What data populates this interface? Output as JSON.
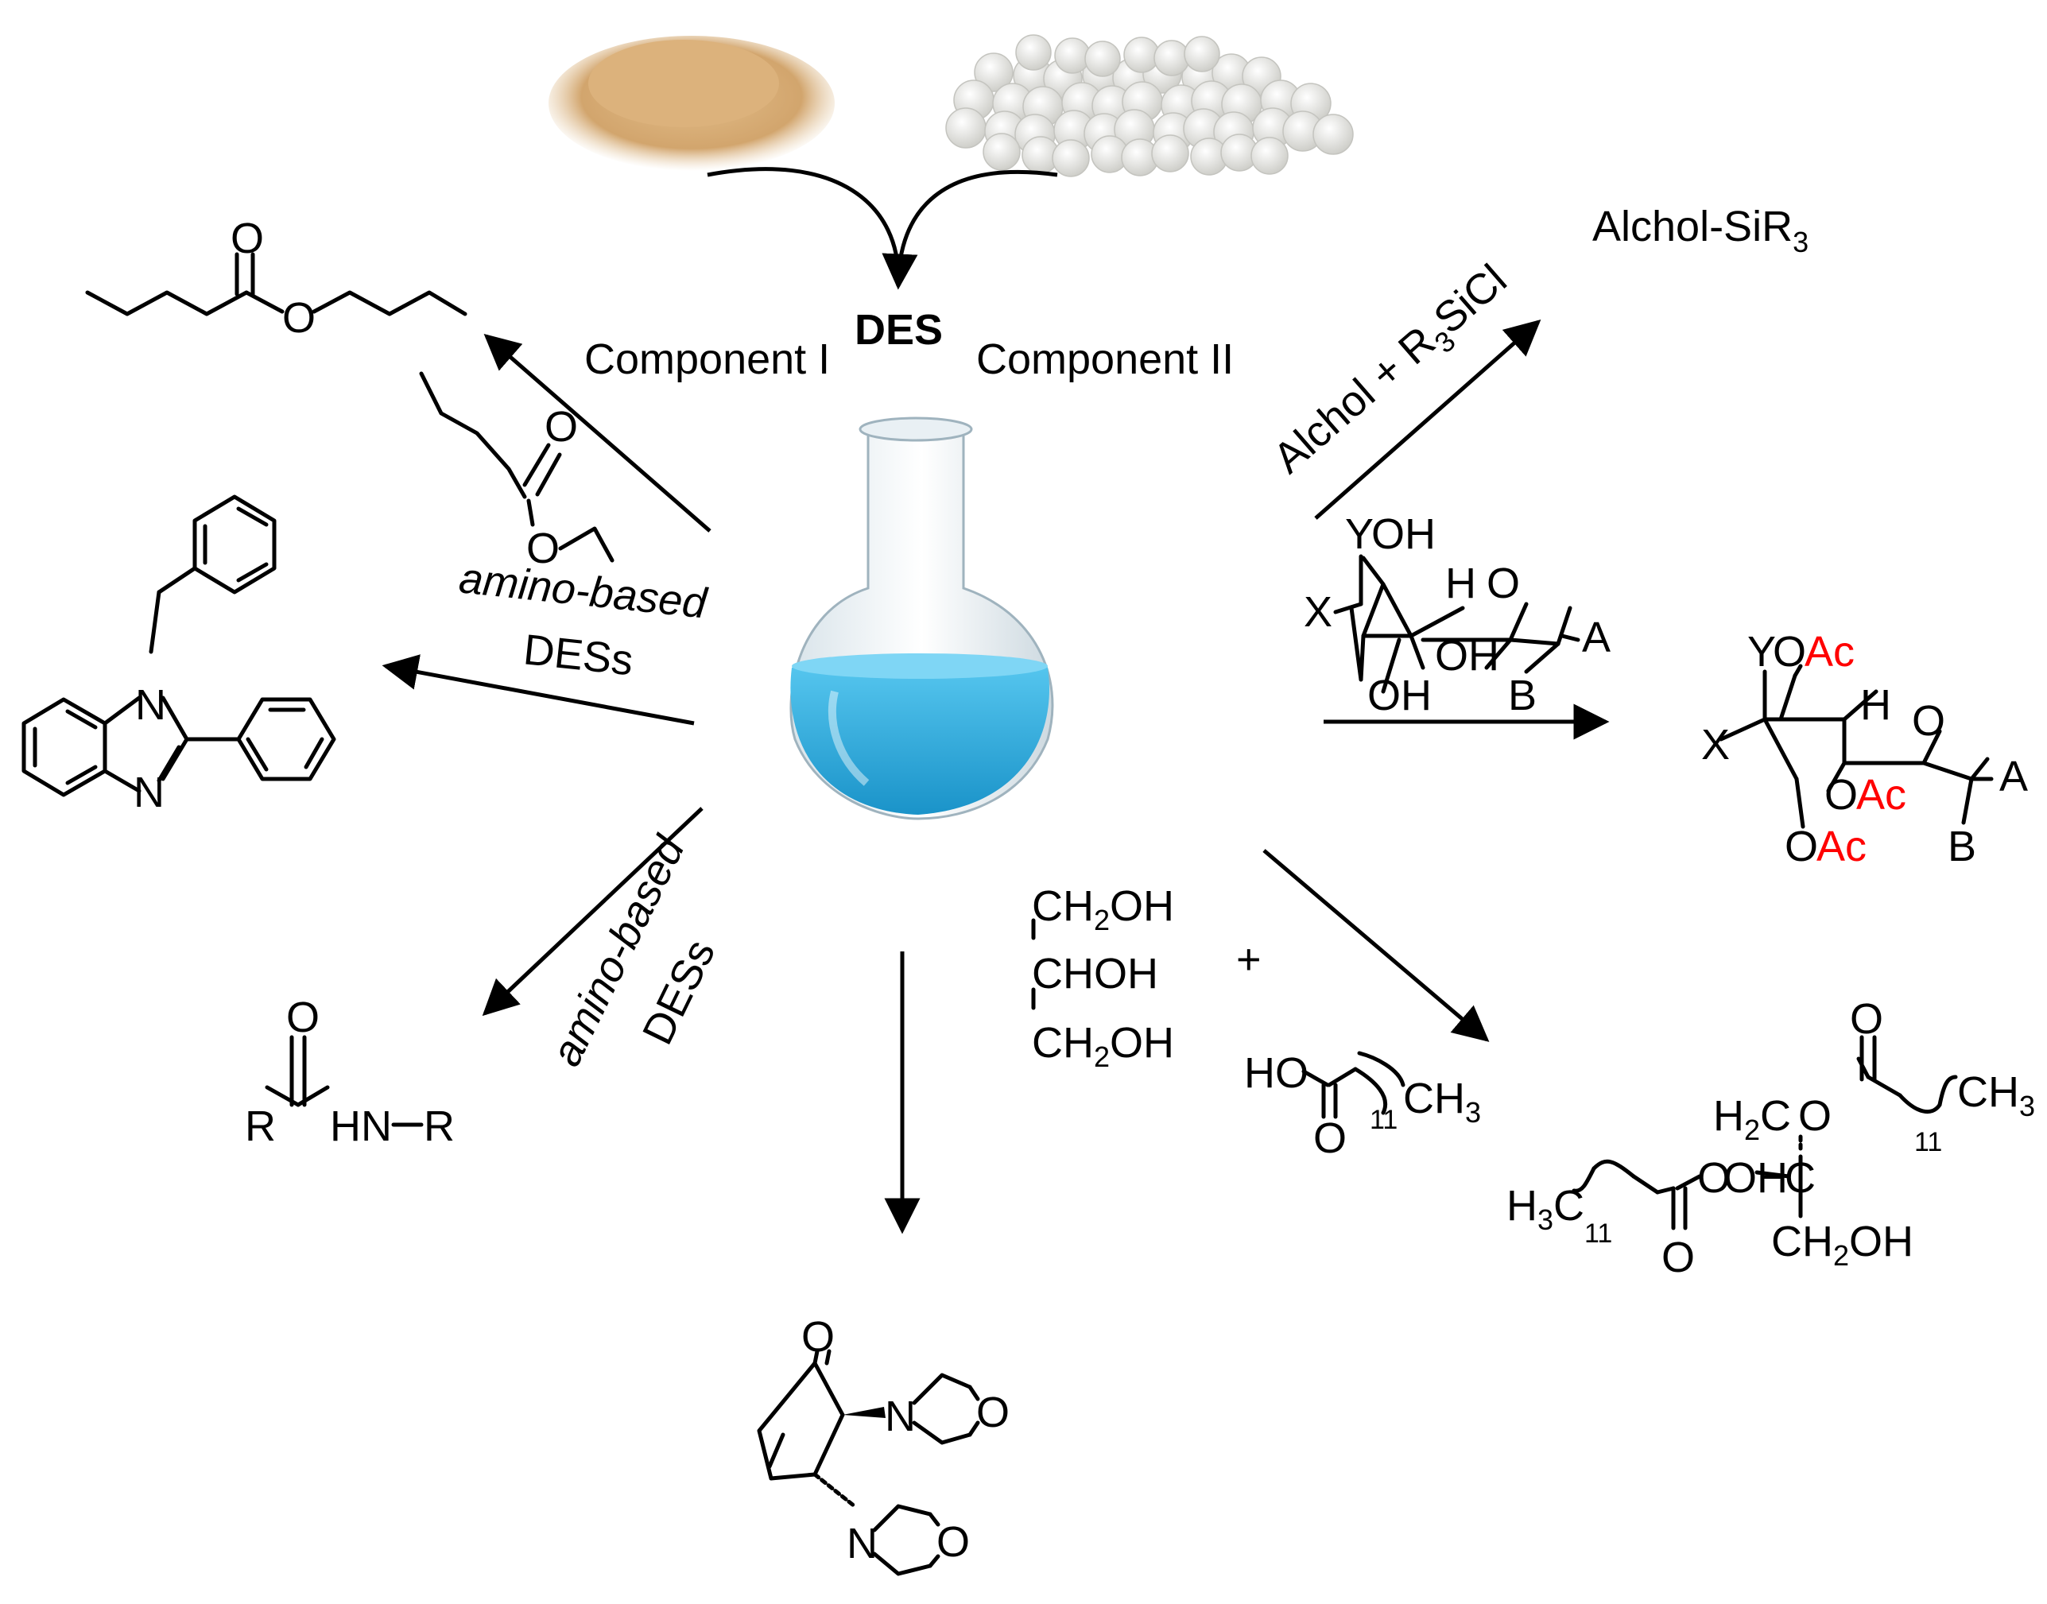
{
  "center": {
    "des_label": "DES",
    "component_i": "Component I",
    "component_ii": "Component II"
  },
  "colors": {
    "liquid": "#2fb6e8",
    "liquid_dark": "#1a93c9",
    "powder": "#d7ae78",
    "pellets": "#e8e8e4",
    "acetyl_red": "#ff0000"
  },
  "reactions": {
    "silylation": {
      "reagent_alchol": "Alchol + R",
      "reagent_sub": "3",
      "reagent_tail": "SiCl",
      "product_main": "Alchol-SiR",
      "product_sub": "3"
    },
    "transesterification": {
      "reagent_O_top": "O",
      "reagent_O_bottom": "O",
      "product_O_carbonyl": "O",
      "product_O_ester": "O"
    },
    "benzimidazole": {
      "condition_line1": "amino-based",
      "condition_line2": "DESs",
      "N1": "N",
      "N3": "N"
    },
    "amidation": {
      "condition_line1": "amino-based",
      "condition_line2": "DESs",
      "O": "O",
      "R_left": "R",
      "amide": "HN",
      "R_right": "R"
    },
    "cyclopentenone": {
      "O_ketone": "O",
      "N_a": "N",
      "N_b": "N",
      "O_ring_a": "O",
      "O_ring_b": "O"
    },
    "acetylation": {
      "sub_Y": "Y",
      "sub_OH_top": "OH",
      "sub_X": "X",
      "sub_H": "H",
      "sub_O_ring": "O",
      "sub_A": "A",
      "sub_OH_mid": "OH",
      "sub_OH_low": "OH",
      "sub_B": "B",
      "prod_Y": "Y",
      "prod_O1": "O",
      "prod_Ac1": "Ac",
      "prod_X": "X",
      "prod_H": "H",
      "prod_O_ring": "O",
      "prod_A": "A",
      "prod_O2": "O",
      "prod_Ac2": "Ac",
      "prod_O3": "O",
      "prod_Ac3": "Ac",
      "prod_B": "B"
    },
    "esterification": {
      "glycerol_l1": "CH",
      "glycerol_l1_sub": "2",
      "glycerol_l1_tail": "OH",
      "glycerol_l2": "CHOH",
      "glycerol_l3": "CH",
      "glycerol_l3_sub": "2",
      "glycerol_l3_tail": "OH",
      "plus": "+",
      "acid_HO": "HO",
      "acid_O": "O",
      "acid_CH3": "CH",
      "acid_CH3_sub": "3",
      "acid_n": "11",
      "prod_O_top": "O",
      "prod_CH3": "CH",
      "prod_CH3_sub": "3",
      "prod_n_right": "11",
      "prod_H2C": "H",
      "prod_H2C_sub": "2",
      "prod_H2C_tail": "C",
      "prod_O_link": "O",
      "prod_H3C": "H",
      "prod_H3C_sub": "3",
      "prod_H3C_tail": "C",
      "prod_n_left": "11",
      "prod_O_ester": "O",
      "prod_OH": "OH",
      "prod_C": "C",
      "prod_O_bottom": "O",
      "prod_CH2OH": "CH",
      "prod_CH2OH_sub": "2",
      "prod_CH2OH_tail": "OH"
    }
  }
}
